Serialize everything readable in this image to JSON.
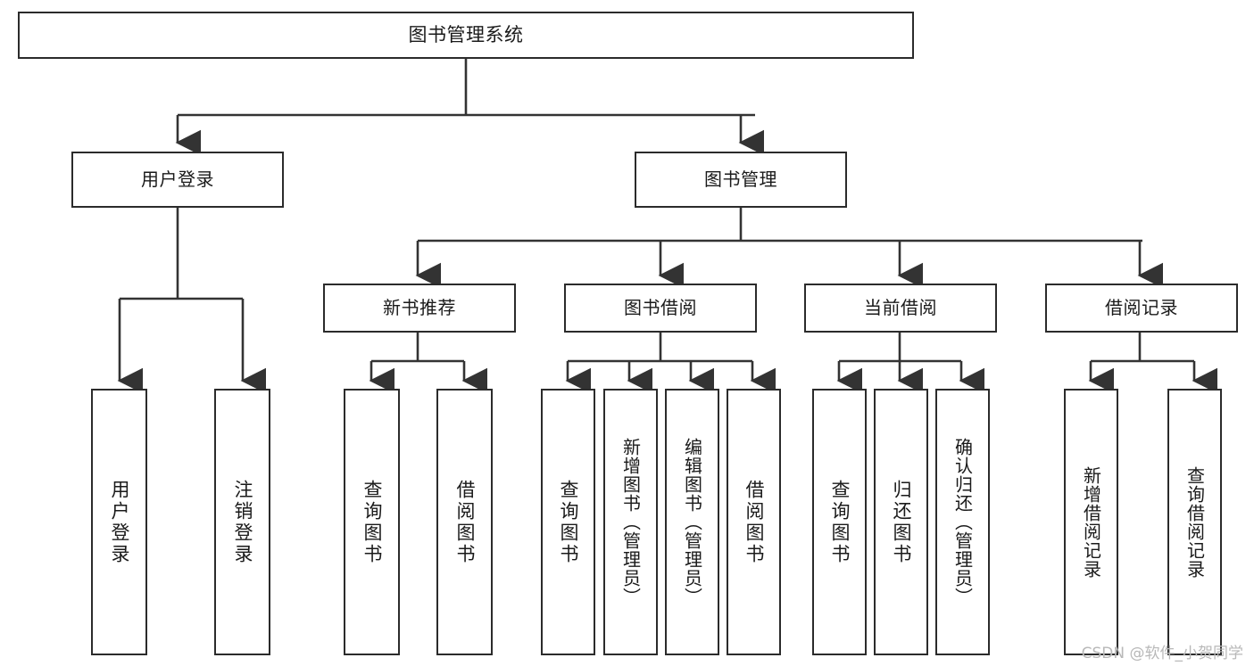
{
  "diagram": {
    "title": "图书管理系统",
    "type": "tree",
    "watermark": "CSDN @软件_小贺同学",
    "colors": {
      "border": "#2b2b2b",
      "fill": "#ffffff",
      "connector": "#333333",
      "text": "#1a1a1a",
      "watermark": "#b8b8b8"
    },
    "nodes": {
      "root": {
        "label": "图书管理系统"
      },
      "level1": [
        {
          "id": "user-login",
          "label": "用户登录"
        },
        {
          "id": "book-manage",
          "label": "图书管理"
        }
      ],
      "level2": [
        {
          "id": "new-book-rec",
          "label": "新书推荐"
        },
        {
          "id": "book-borrow",
          "label": "图书借阅"
        },
        {
          "id": "current-borrow",
          "label": "当前借阅"
        },
        {
          "id": "borrow-record",
          "label": "借阅记录"
        }
      ],
      "leaves": [
        {
          "id": "leaf-user-login",
          "parent": "user-login",
          "label": "用户登录"
        },
        {
          "id": "leaf-logout",
          "parent": "user-login",
          "label": "注销登录"
        },
        {
          "id": "leaf-query-book-1",
          "parent": "new-book-rec",
          "label": "查询图书"
        },
        {
          "id": "leaf-borrow-book-1",
          "parent": "new-book-rec",
          "label": "借阅图书"
        },
        {
          "id": "leaf-query-book-2",
          "parent": "book-borrow",
          "label": "查询图书"
        },
        {
          "id": "leaf-add-book",
          "parent": "book-borrow",
          "label": "新增图书（管理员）"
        },
        {
          "id": "leaf-edit-book",
          "parent": "book-borrow",
          "label": "编辑图书（管理员）"
        },
        {
          "id": "leaf-borrow-book-2",
          "parent": "book-borrow",
          "label": "借阅图书"
        },
        {
          "id": "leaf-query-book-3",
          "parent": "current-borrow",
          "label": "查询图书"
        },
        {
          "id": "leaf-return-book",
          "parent": "current-borrow",
          "label": "归还图书"
        },
        {
          "id": "leaf-confirm-return",
          "parent": "current-borrow",
          "label": "确认归还（管理员）"
        },
        {
          "id": "leaf-add-record",
          "parent": "borrow-record",
          "label": "新增借阅记录"
        },
        {
          "id": "leaf-query-record",
          "parent": "borrow-record",
          "label": "查询借阅记录"
        }
      ]
    }
  }
}
